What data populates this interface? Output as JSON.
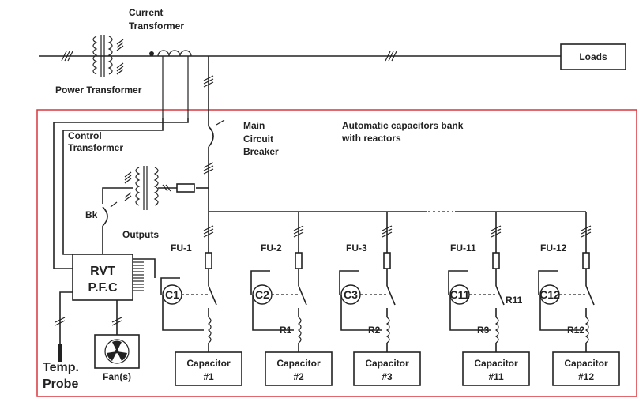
{
  "labels": {
    "current_transformer_1": "Current",
    "current_transformer_2": "Transformer",
    "power_transformer": "Power Transformer",
    "loads": "Loads",
    "control_transformer_1": "Control",
    "control_transformer_2": "Transformer",
    "main_breaker_1": "Main",
    "main_breaker_2": "Circuit",
    "main_breaker_3": "Breaker",
    "bank_1": "Automatic capacitors bank",
    "bank_2": "with reactors",
    "bk": "Bk",
    "outputs": "Outputs",
    "rvt_1": "RVT",
    "rvt_2": "P.F.C",
    "temp_1": "Temp.",
    "temp_2": "Probe",
    "fans": "Fan(s)"
  },
  "feeders": [
    {
      "fuse": "FU-1",
      "contactor": "C1",
      "reactor": "",
      "resistor": "",
      "cap1": "Capacitor",
      "cap2": "#1"
    },
    {
      "fuse": "FU-2",
      "contactor": "C2",
      "reactor": "R1",
      "resistor": "",
      "cap1": "Capacitor",
      "cap2": "#2"
    },
    {
      "fuse": "FU-3",
      "contactor": "C3",
      "reactor": "R2",
      "resistor": "",
      "cap1": "Capacitor",
      "cap2": "#3"
    },
    {
      "fuse": "FU-11",
      "contactor": "C11",
      "reactor": "R3",
      "resistor": "R11",
      "cap1": "Capacitor",
      "cap2": "#11"
    },
    {
      "fuse": "FU-12",
      "contactor": "C12",
      "reactor": "R12",
      "resistor": "",
      "cap1": "Capacitor",
      "cap2": "#12"
    }
  ],
  "colors": {
    "line": "#222222",
    "frame": "#d9363e"
  }
}
